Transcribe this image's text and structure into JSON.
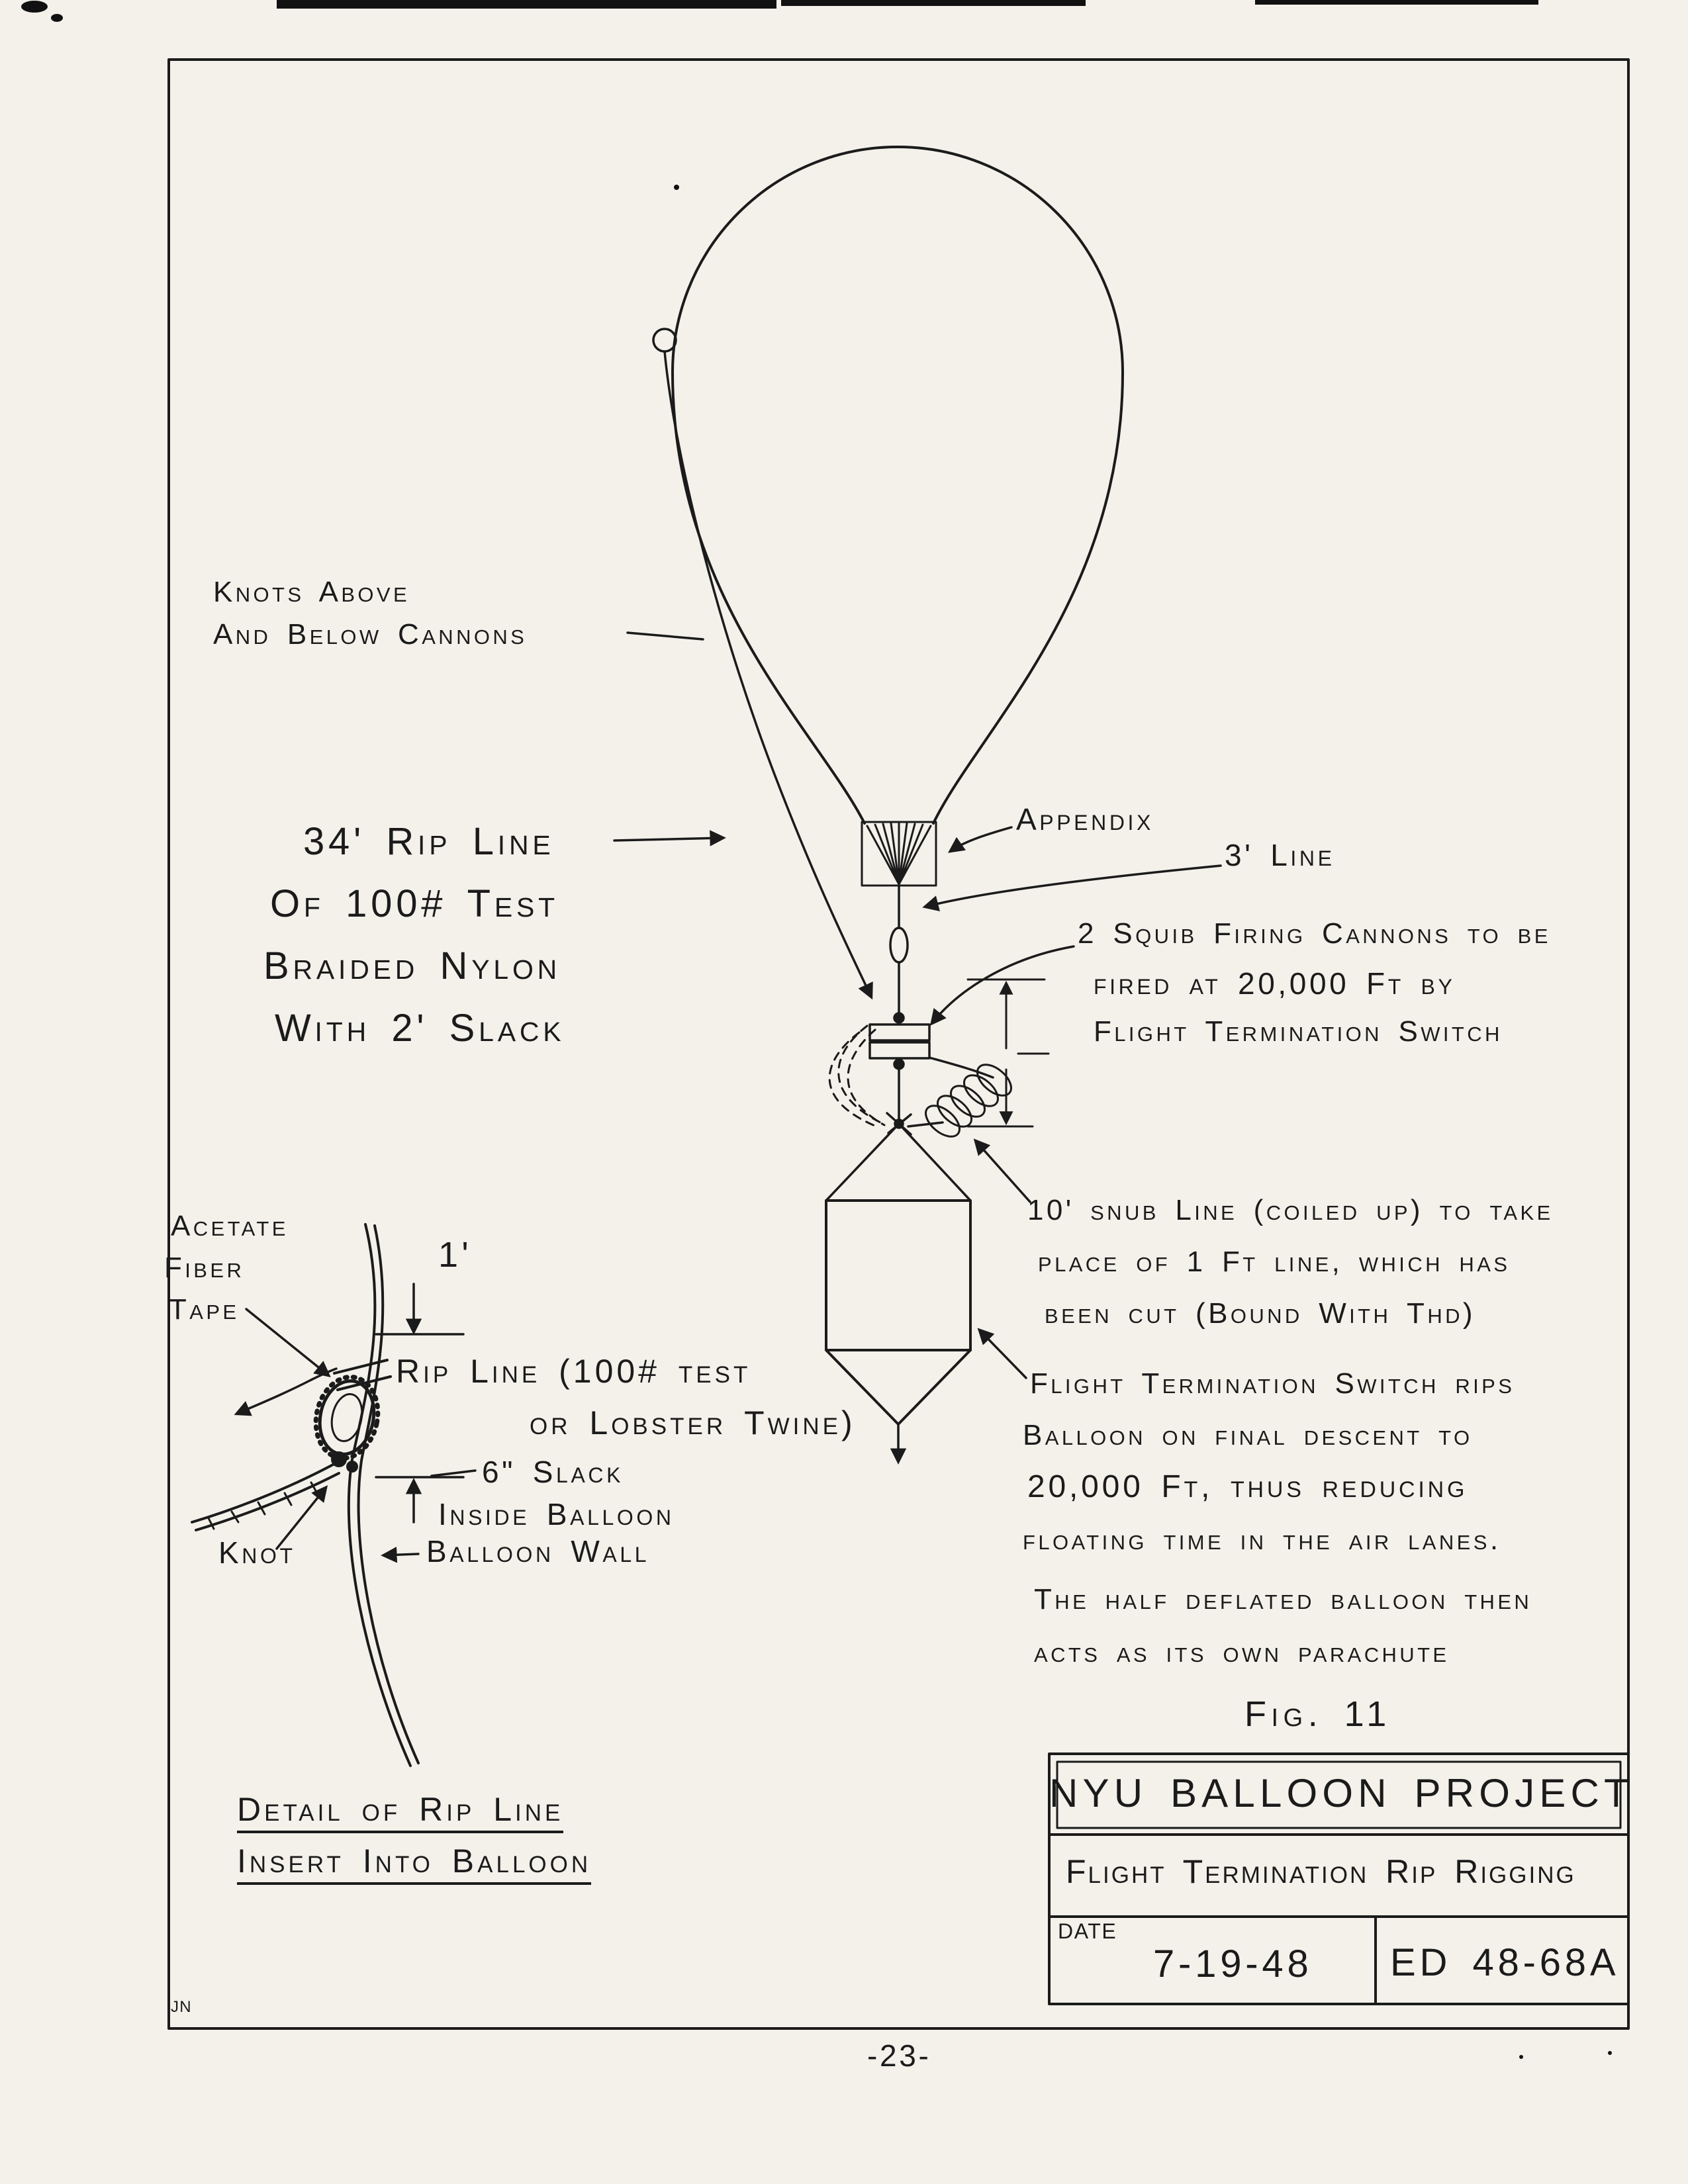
{
  "colors": {
    "ink": "#1b1b1b",
    "paper": "#f3f1ea"
  },
  "labels": {
    "knots_1": "Knots Above",
    "knots_2": "And Below Cannons",
    "rip34_1": "34'  Rip Line",
    "rip34_2": "Of 100# Test",
    "rip34_3": "Braided Nylon",
    "rip34_4": "With 2' Slack",
    "appendix": "Appendix",
    "line3": "3' Line",
    "squib_1": "2 Squib Firing Cannons to be",
    "squib_2": "fired at 20,000 Ft by",
    "squib_3": "Flight Termination Switch",
    "snub_1": "10' snub Line (coiled up) to take",
    "snub_2": "place of 1 Ft line, which has",
    "snub_3": "been cut (Bound With Thd)",
    "fts_1": "Flight Termination Switch rips",
    "fts_2": "Balloon on final descent to",
    "fts_3": "20,000 Ft, thus reducing",
    "fts_4": "floating time in the air lanes.",
    "fts_5": "The half deflated balloon then",
    "fts_6": "acts as its own parachute",
    "fig": "Fig. 11"
  },
  "detail": {
    "acetate_1": "Acetate",
    "acetate_2": "Fiber",
    "acetate_3": "Tape",
    "one_foot": "1'",
    "ripline_1": "Rip Line (100# test",
    "ripline_2": "or Lobster Twine)",
    "slack_1": "6\" Slack",
    "slack_2": "Inside Balloon",
    "knot": "Knot",
    "balloon_wall": "Balloon Wall",
    "title_1": "Detail of Rip Line",
    "title_2": "Insert Into Balloon"
  },
  "title_block": {
    "project": "NYU BALLOON PROJECT",
    "drawing_title": "Flight Termination Rip Rigging",
    "date_label": "DATE",
    "date": "7-19-48",
    "drawing_number": "ED 48-68A"
  },
  "footer": {
    "page_number": "-23-",
    "initials": "JN"
  }
}
